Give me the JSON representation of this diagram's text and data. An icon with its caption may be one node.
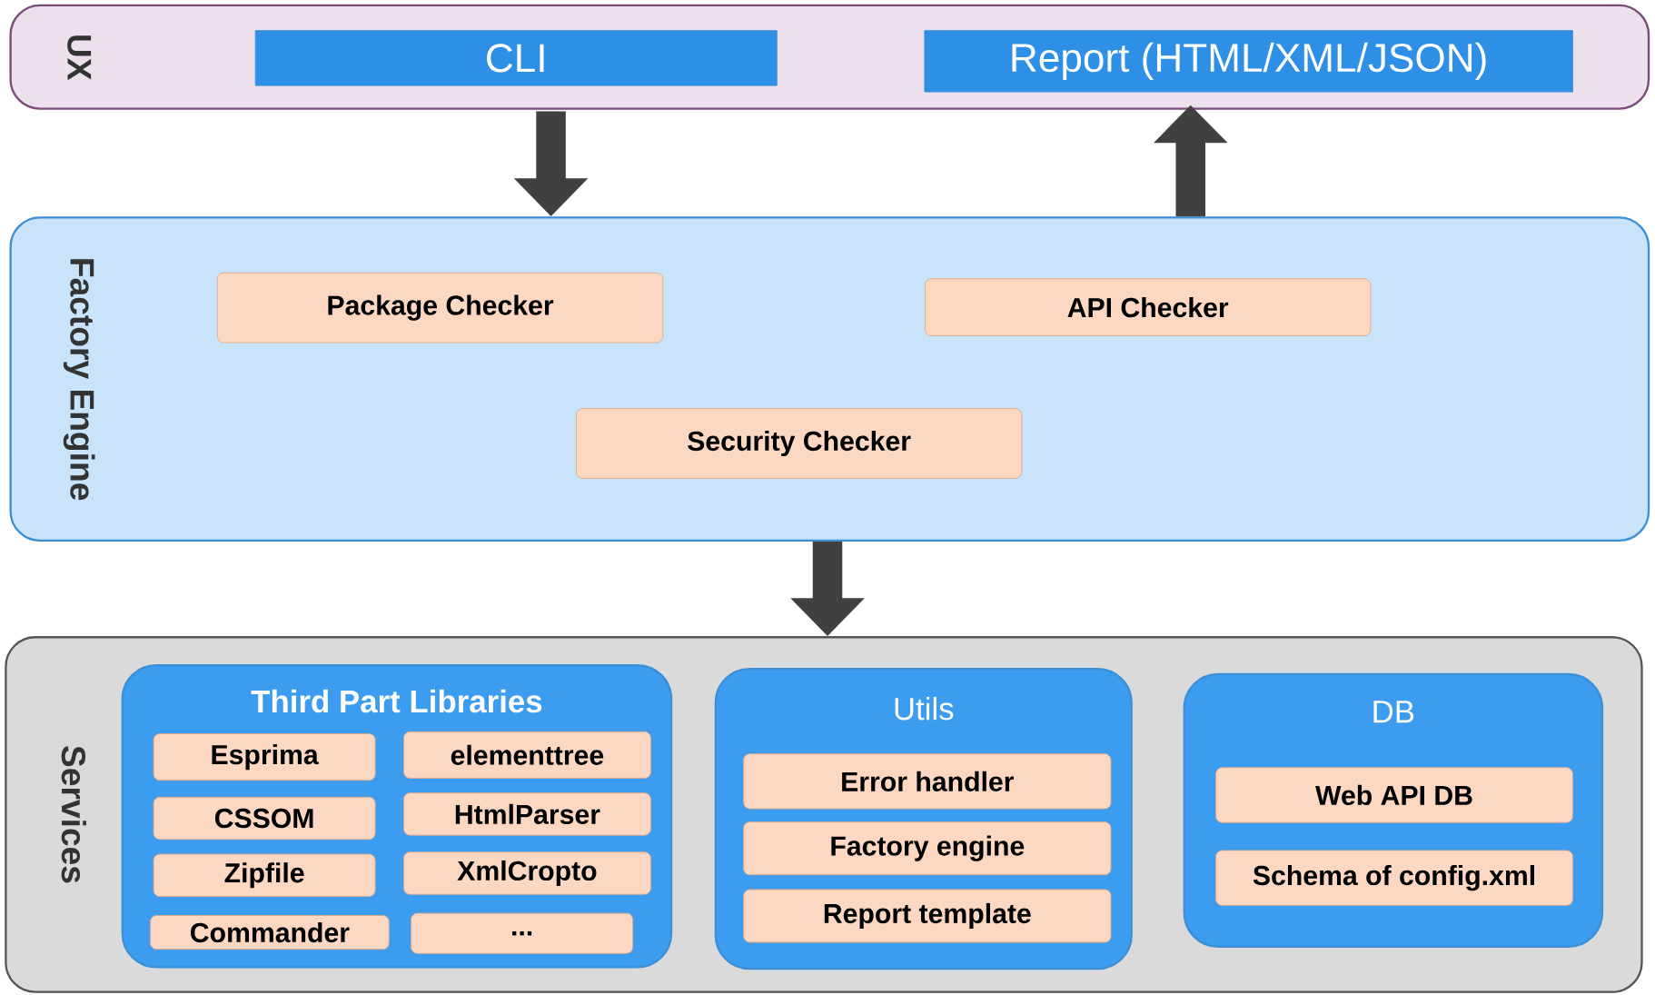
{
  "diagram": {
    "nodes": [
      {
        "text": [
          "UX"
        ]
      },
      {
        "text": [
          "CLI"
        ],
        "in": 0
      },
      {
        "text": [
          "Report  (HTML/XML/JSON)"
        ],
        "in": 0
      },
      {
        "text": [
          "Factory Engine"
        ]
      },
      {
        "text": [
          "Package Checker"
        ],
        "in": 3
      },
      {
        "text": [
          "API Checker"
        ],
        "in": 3
      },
      {
        "text": [
          "Security Checker"
        ],
        "in": 3
      },
      {
        "text": [
          "Services"
        ]
      },
      {
        "text": [
          "Third Part Libraries"
        ],
        "in": 7
      },
      {
        "text": [
          "Esprima"
        ],
        "in": 8
      },
      {
        "text": [
          "elementtree"
        ],
        "in": 8
      },
      {
        "text": [
          "CSSOM"
        ],
        "in": 8
      },
      {
        "text": [
          "HtmlParser"
        ],
        "in": 8
      },
      {
        "text": [
          "Zipfile"
        ],
        "in": 8
      },
      {
        "text": [
          "XmlCropto"
        ],
        "in": 8
      },
      {
        "text": [
          "Commander"
        ],
        "in": 8
      },
      {
        "text": [
          "..."
        ],
        "in": 8
      },
      {
        "text": [
          "Utils"
        ],
        "in": 7
      },
      {
        "text": [
          "Error handler"
        ],
        "in": 17
      },
      {
        "text": [
          "Factory engine"
        ],
        "in": 17
      },
      {
        "text": [
          "Report template"
        ],
        "in": 17
      },
      {
        "text": [
          "DB"
        ],
        "in": 7
      },
      {
        "text": [
          "Web API DB"
        ],
        "in": 21
      },
      {
        "text": [
          "Schema of config.xml"
        ],
        "in": 21
      }
    ],
    "edges": [
      {
        "from": 1,
        "to": 3,
        "arrow": "to"
      },
      {
        "from": 3,
        "to": 2,
        "arrow": "to"
      },
      {
        "from": 3,
        "to": 7,
        "arrow": "to"
      }
    ]
  }
}
